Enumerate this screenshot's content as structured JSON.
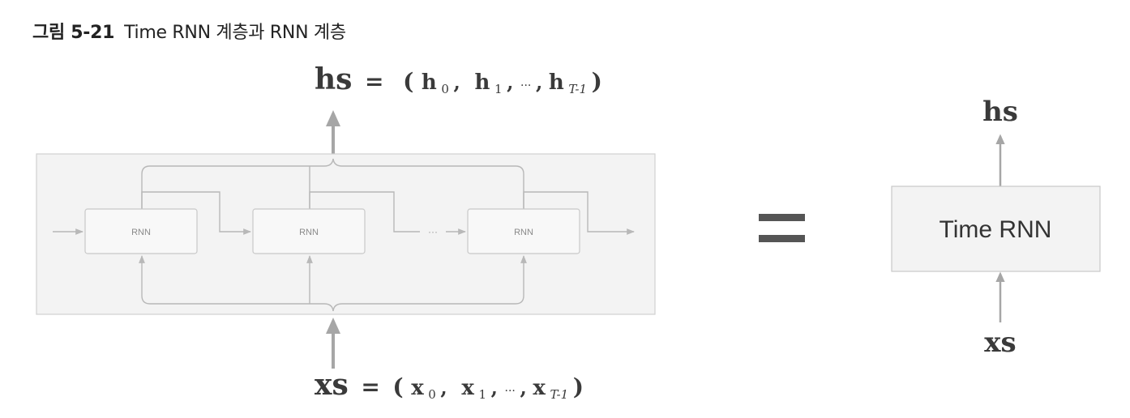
{
  "figure": {
    "number": "그림 5-21",
    "title": "Time RNN 계층과 RNN 계층"
  },
  "left": {
    "hs_equation": {
      "lhs": "hs",
      "eq": "=",
      "open": "(",
      "items": [
        {
          "base": "h",
          "sub": "0"
        },
        {
          "base": "h",
          "sub": "1"
        }
      ],
      "ellipsis": "···",
      "last": {
        "base": "h",
        "sub": "T-1"
      },
      "sep": ",",
      "close": ")"
    },
    "xs_equation": {
      "lhs": "xs",
      "eq": "=",
      "open": "(",
      "items": [
        {
          "base": "x",
          "sub": "0"
        },
        {
          "base": "x",
          "sub": "1"
        }
      ],
      "ellipsis": "···",
      "last": {
        "base": "x",
        "sub": "T-1"
      },
      "sep": ",",
      "close": ")"
    },
    "rnn_blocks": [
      "RNN",
      "RNN",
      "RNN"
    ],
    "chain_ellipsis": "···"
  },
  "equals_sign": "=",
  "right": {
    "output_label": "hs",
    "block_label": "Time RNN",
    "input_label": "xs"
  },
  "colors": {
    "panel_fill": "#f3f3f3",
    "panel_stroke": "#d0d0d0",
    "block_fill": "#f8f8f8",
    "block_stroke": "#c8c8c8",
    "line": "#b8b8b8",
    "arrow_big": "#a6a6a6",
    "text_dark": "#3a3a3a",
    "text_light": "#8a8a8a",
    "equals": "#555555"
  }
}
